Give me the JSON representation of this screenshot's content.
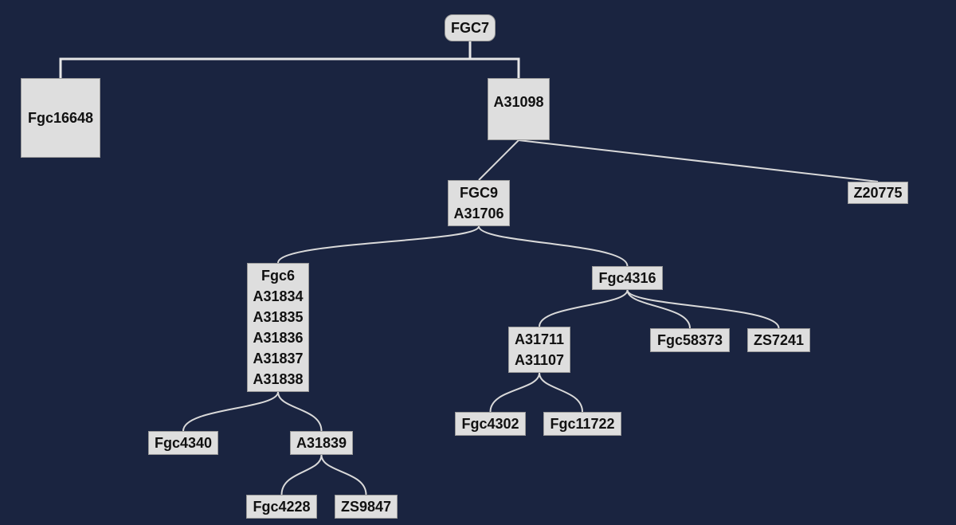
{
  "diagram": {
    "nodes": {
      "fgc7": [
        "FGC7"
      ],
      "fgc16648": [
        "Fgc16648"
      ],
      "a31098": [
        "A31098"
      ],
      "fgc9": [
        "FGC9",
        "A31706"
      ],
      "z20775": [
        "Z20775"
      ],
      "fgc6": [
        "Fgc6",
        "A31834",
        "A31835",
        "A31836",
        "A31837",
        "A31838"
      ],
      "fgc4316": [
        "Fgc4316"
      ],
      "a31711": [
        "A31711",
        "A31107"
      ],
      "fgc58373": [
        "Fgc58373"
      ],
      "zs7241": [
        "ZS7241"
      ],
      "fgc4340": [
        "Fgc4340"
      ],
      "a31839": [
        "A31839"
      ],
      "fgc4302": [
        "Fgc4302"
      ],
      "fgc11722": [
        "Fgc11722"
      ],
      "fgc4228": [
        "Fgc4228"
      ],
      "zs9847": [
        "ZS9847"
      ]
    },
    "edges": [
      [
        "fgc7",
        "fgc16648"
      ],
      [
        "fgc7",
        "a31098"
      ],
      [
        "a31098",
        "fgc9"
      ],
      [
        "a31098",
        "z20775"
      ],
      [
        "fgc9",
        "fgc6"
      ],
      [
        "fgc9",
        "fgc4316"
      ],
      [
        "fgc6",
        "fgc4340"
      ],
      [
        "fgc6",
        "a31839"
      ],
      [
        "a31839",
        "fgc4228"
      ],
      [
        "a31839",
        "zs9847"
      ],
      [
        "fgc4316",
        "a31711"
      ],
      [
        "fgc4316",
        "fgc58373"
      ],
      [
        "fgc4316",
        "zs7241"
      ],
      [
        "a31711",
        "fgc4302"
      ],
      [
        "a31711",
        "fgc11722"
      ]
    ]
  }
}
